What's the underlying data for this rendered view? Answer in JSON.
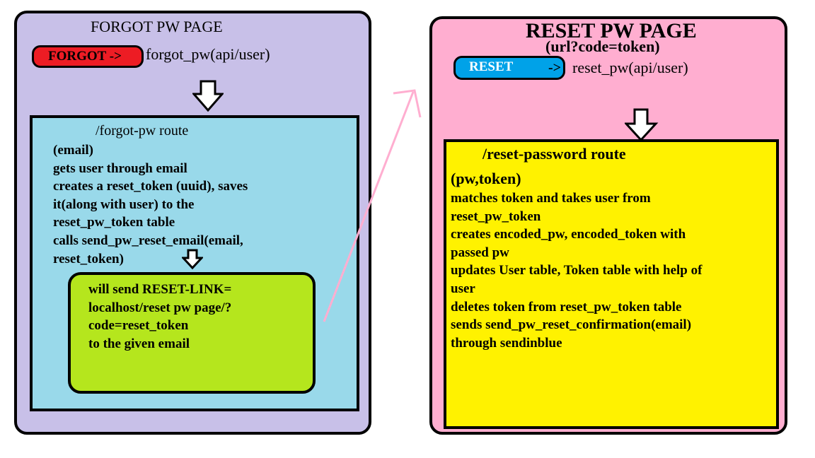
{
  "forgot_page": {
    "title": "FORGOT PW PAGE",
    "button_label": "FORGOT ->",
    "api_call": "forgot_pw(api/user)",
    "route": {
      "title": "/forgot-pw route",
      "lines": [
        "(email)",
        "gets user through email",
        "creates a reset_token (uuid), saves",
        "it(along with user) to the",
        "reset_pw_token table",
        "calls send_pw_reset_email(email,",
        "reset_token)"
      ]
    },
    "email": {
      "lines": [
        "will send RESET-LINK=",
        "localhost/reset  pw page/?",
        "code=reset_token",
        "to the given email"
      ]
    }
  },
  "reset_page": {
    "title": "RESET PW PAGE",
    "url_hint": "(url?code=token)",
    "button_label": "RESET",
    "button_arrow": "->",
    "api_call": "reset_pw(api/user)",
    "route": {
      "title": "/reset-password route",
      "params": "(pw,token)",
      "lines": [
        "matches token and takes user from",
        "reset_pw_token",
        "creates encoded_pw, encoded_token with",
        "passed pw",
        "updates User table, Token table with help of",
        "user",
        "deletes token from reset_pw_token table",
        "sends send_pw_reset_confirmation(email)",
        "through sendinblue"
      ]
    }
  },
  "colors": {
    "forgot_panel": "#c8c0e8",
    "reset_panel": "#ffaed0",
    "forgot_route": "#99d9ea",
    "reset_route": "#fff200",
    "email_box": "#b5e61d",
    "forgot_button": "#ed1c24",
    "reset_button": "#00a2e8",
    "link_arrow": "#ffaed0"
  }
}
